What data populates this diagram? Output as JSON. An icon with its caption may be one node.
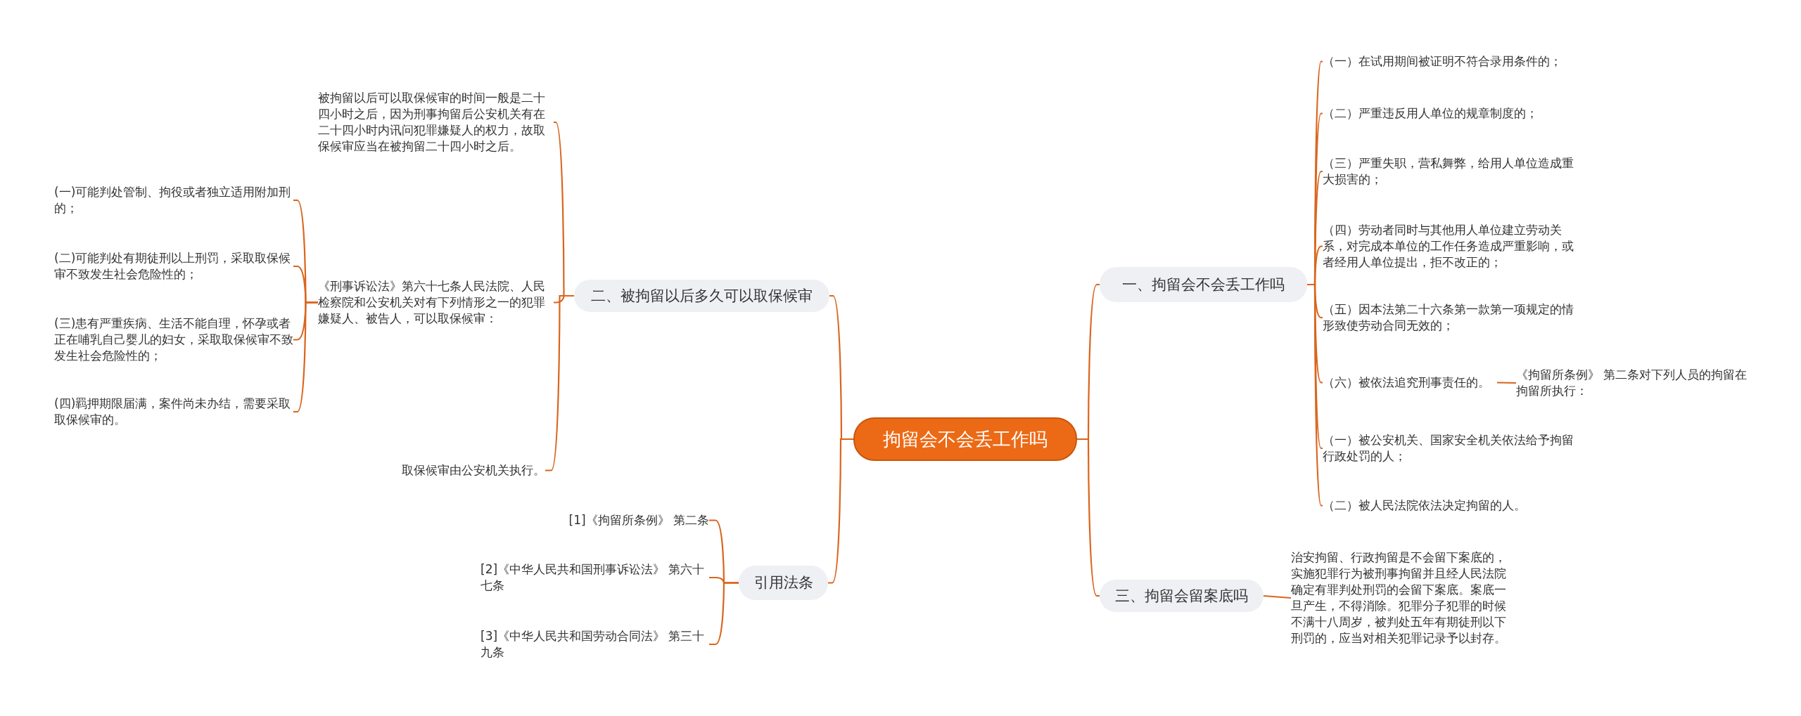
{
  "diagram": {
    "nodes": [
      {
        "text": [
          "拘留会不会丢工作吗"
        ]
      },
      {
        "text": [
          "一、拘留会不会丢工作吗"
        ]
      },
      {
        "text": [
          "（一）在试用期间被证明不符合录用条件的；"
        ]
      },
      {
        "text": [
          "（二）严重违反用人单位的规章制度的；"
        ]
      },
      {
        "text": [
          "（三）严重失职，营私舞弊，给用人单位造成重大损害的；"
        ]
      },
      {
        "text": [
          "（四）劳动者同时与其他用人单位建立劳动关系，对完成本单位的工作任务造成严重影响，或者经用人单位提出，拒不改正的；"
        ]
      },
      {
        "text": [
          "（五）因本法第二十六条第一款第一项规定的情形致使劳动合同无效的；"
        ]
      },
      {
        "text": [
          "（六）被依法追究刑事责任的。"
        ]
      },
      {
        "text": [
          "（一）被公安机关、国家安全机关依法给予拘留行政处罚的人；"
        ]
      },
      {
        "text": [
          "（二）被人民法院依法决定拘留的人。"
        ]
      },
      {
        "text": [
          "《拘留所条例》 第二条对下列人员的拘留在拘留所执行："
        ]
      },
      {
        "text": [
          "三、拘留会留案底吗"
        ]
      },
      {
        "text": [
          "治安拘留、行政拘留是不会留下案底的，实施犯罪行为被刑事拘留并且经人民法院确定有罪判处刑罚的会留下案底。案底一旦产生，不得消除。犯罪分子犯罪的时候不满十八周岁，被判处五年有期徒刑以下刑罚的，应当对相关犯罪记录予以封存。"
        ]
      },
      {
        "text": [
          "二、被拘留以后多久可以取保候审"
        ]
      },
      {
        "text": [
          "被拘留以后可以取保候审的时间一般是二十四小时之后，因为刑事拘留后公安机关有在二十四小时内讯问犯罪嫌疑人的权力，故取保候审应当在被拘留二十四小时之后。"
        ]
      },
      {
        "text": [
          "《刑事诉讼法》第六十七条人民法院、人民检察院和公安机关对有下列情形之一的犯罪嫌疑人、被告人，可以取保候审："
        ]
      },
      {
        "text": [
          "取保候审由公安机关执行。"
        ]
      },
      {
        "text": [
          "(一)可能判处管制、拘役或者独立适用附加刑的；"
        ]
      },
      {
        "text": [
          "(二)可能判处有期徒刑以上刑罚，采取取保候审不致发生社会危险性的；"
        ]
      },
      {
        "text": [
          "(三)患有严重疾病、生活不能自理，怀孕或者正在哺乳自己婴儿的妇女，采取取保候审不致发生社会危险性的；"
        ]
      },
      {
        "text": [
          "(四)羁押期限届满，案件尚未办结，需要采取取保候审的。"
        ]
      },
      {
        "text": [
          "引用法条"
        ]
      },
      {
        "text": [
          "[1]《拘留所条例》 第二条"
        ]
      },
      {
        "text": [
          "[2]《中华人民共和国刑事诉讼法》 第六十七条"
        ]
      },
      {
        "text": [
          "[3]《中华人民共和国劳动合同法》 第三十九条"
        ]
      }
    ],
    "edges": [
      {
        "from": 0,
        "to": 1,
        "arrow": "none"
      },
      {
        "from": 1,
        "to": 2,
        "arrow": "none"
      },
      {
        "from": 1,
        "to": 3,
        "arrow": "none"
      },
      {
        "from": 1,
        "to": 4,
        "arrow": "none"
      },
      {
        "from": 1,
        "to": 5,
        "arrow": "none"
      },
      {
        "from": 1,
        "to": 6,
        "arrow": "none"
      },
      {
        "from": 1,
        "to": 7,
        "arrow": "none"
      },
      {
        "from": 1,
        "to": 8,
        "arrow": "none"
      },
      {
        "from": 1,
        "to": 9,
        "arrow": "none"
      },
      {
        "from": 7,
        "to": 10,
        "arrow": "none"
      },
      {
        "from": 0,
        "to": 11,
        "arrow": "none"
      },
      {
        "from": 11,
        "to": 12,
        "arrow": "none"
      },
      {
        "from": 0,
        "to": 13,
        "arrow": "none"
      },
      {
        "from": 13,
        "to": 14,
        "arrow": "none"
      },
      {
        "from": 13,
        "to": 15,
        "arrow": "none"
      },
      {
        "from": 13,
        "to": 16,
        "arrow": "none"
      },
      {
        "from": 15,
        "to": 17,
        "arrow": "none"
      },
      {
        "from": 15,
        "to": 18,
        "arrow": "none"
      },
      {
        "from": 15,
        "to": 19,
        "arrow": "none"
      },
      {
        "from": 15,
        "to": 20,
        "arrow": "none"
      },
      {
        "from": 0,
        "to": 21,
        "arrow": "none"
      },
      {
        "from": 21,
        "to": 22,
        "arrow": "none"
      },
      {
        "from": 21,
        "to": 23,
        "arrow": "none"
      },
      {
        "from": 21,
        "to": 24,
        "arrow": "none"
      }
    ]
  }
}
